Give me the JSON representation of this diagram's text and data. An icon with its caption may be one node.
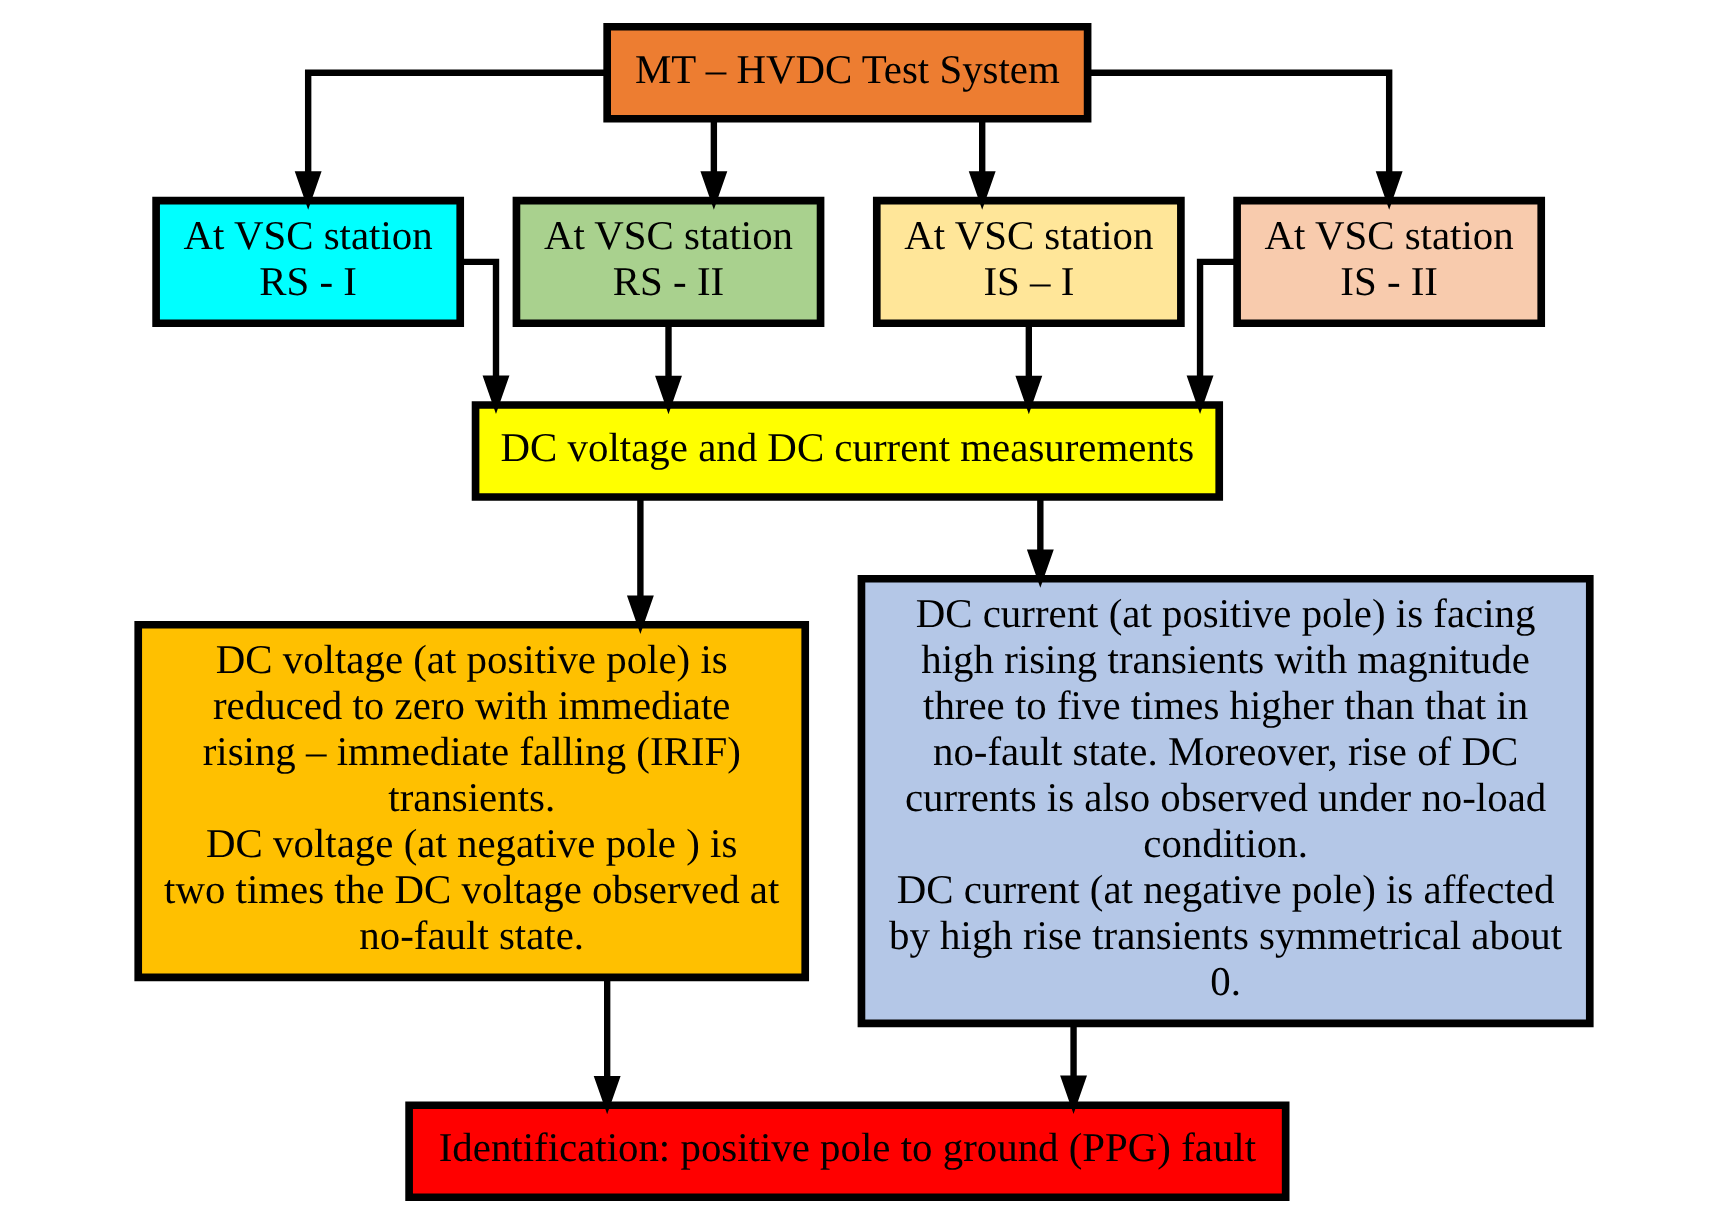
{
  "diagram": {
    "nodes": [
      {
        "text": [
          "MT – HVDC Test System"
        ]
      },
      {
        "text": [
          "At VSC station RS - I"
        ]
      },
      {
        "text": [
          "At VSC station RS - II"
        ]
      },
      {
        "text": [
          "At VSC station IS – I"
        ]
      },
      {
        "text": [
          "At VSC station IS - II"
        ]
      },
      {
        "text": [
          "DC voltage and DC current measurements"
        ]
      },
      {
        "text": [
          "DC voltage (at positive pole) is reduced to zero with immediate rising – immediate falling (IRIF) transients.",
          "DC voltage (at negative pole ) is two times the DC voltage observed at no-fault state."
        ]
      },
      {
        "text": [
          "DC current (at positive pole) is facing high rising transients with magnitude three to five times higher than that in no-fault state. Moreover, rise of DC currents is also observed under no-load condition.",
          "DC current (at negative pole) is affected by high rise transients symmetrical about 0."
        ]
      },
      {
        "text": [
          "Identification: positive pole to ground (PPG) fault"
        ]
      }
    ],
    "edges": [
      {
        "from": 0,
        "to": 1,
        "arrow": "to"
      },
      {
        "from": 0,
        "to": 2,
        "arrow": "to"
      },
      {
        "from": 0,
        "to": 3,
        "arrow": "to"
      },
      {
        "from": 0,
        "to": 4,
        "arrow": "to"
      },
      {
        "from": 1,
        "to": 5,
        "arrow": "to"
      },
      {
        "from": 2,
        "to": 5,
        "arrow": "to"
      },
      {
        "from": 3,
        "to": 5,
        "arrow": "to"
      },
      {
        "from": 4,
        "to": 5,
        "arrow": "to"
      },
      {
        "from": 5,
        "to": 6,
        "arrow": "to"
      },
      {
        "from": 5,
        "to": 7,
        "arrow": "to"
      },
      {
        "from": 6,
        "to": 8,
        "arrow": "to"
      },
      {
        "from": 7,
        "to": 8,
        "arrow": "to"
      }
    ]
  }
}
